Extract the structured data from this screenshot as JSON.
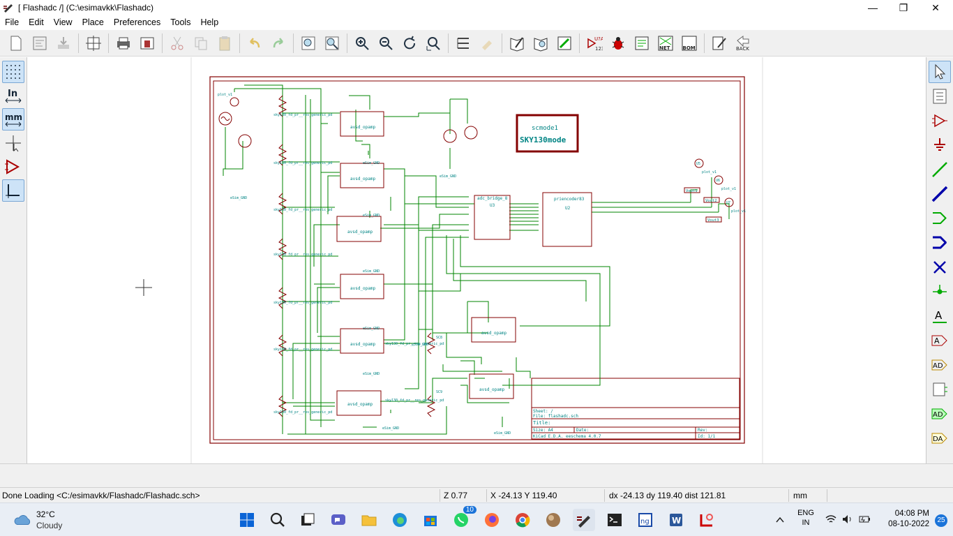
{
  "window": {
    "title": "[ Flashadc /] (C:\\esimavkk\\Flashadc)",
    "minimize": "—",
    "restore": "❐",
    "close": "✕"
  },
  "menu": [
    "File",
    "Edit",
    "View",
    "Place",
    "Preferences",
    "Tools",
    "Help"
  ],
  "toolbar": {
    "back_label": "BACK",
    "net_label": "NET",
    "bom_label": "BOM",
    "annotate_label": "U?A 123"
  },
  "leftbar": {
    "inch_label": "In",
    "mm_label": "mm"
  },
  "schematic": {
    "sheet_title": "Sheet: /",
    "file_line": "File: flashadc.sch",
    "title_line": "Title:",
    "size_line": "Size: A4",
    "date_line": "Date:",
    "rev_line": "Rev:",
    "kicad_line": "KiCad E.D.A.  eeschema 4.0.7",
    "id_line": "Id: 1/1",
    "model_box_line1": "scmode1",
    "model_box_line2": "SKY130mode",
    "components": {
      "adc_bridge": "adc_bridge_8",
      "adc_ref": "U3",
      "encoder": "priencoder83",
      "encoder_ref": "U2",
      "opamp_label": "avsd_opamp",
      "gnd_label": "eSim_GND",
      "res_label": "sky130_fd_pr__res_generic_pd",
      "plot_label": "plot_v1",
      "vout1": "Vout1",
      "vout2": "Vout2",
      "vout3": "Vout3",
      "u5": "U5",
      "u6": "U6",
      "u7": "U7",
      "sc8": "SC8",
      "sc9": "SC9"
    },
    "colors": {
      "border": "#840000",
      "wire": "#008400",
      "text": "#008484",
      "component": "#840000"
    }
  },
  "status": {
    "message": "Done Loading <C:/esimavkk/Flashadc/Flashadc.sch>",
    "zoom": "Z 0.77",
    "coords": "X -24.13  Y 119.40",
    "delta": "dx -24.13  dy 119.40  dist 121.81",
    "units": "mm"
  },
  "taskbar": {
    "weather_temp": "32°C",
    "weather_desc": "Cloudy",
    "whatsapp_badge": "10",
    "lang_line1": "ENG",
    "lang_line2": "IN",
    "time": "04:08 PM",
    "date": "08-10-2022",
    "notif_badge": "25"
  }
}
